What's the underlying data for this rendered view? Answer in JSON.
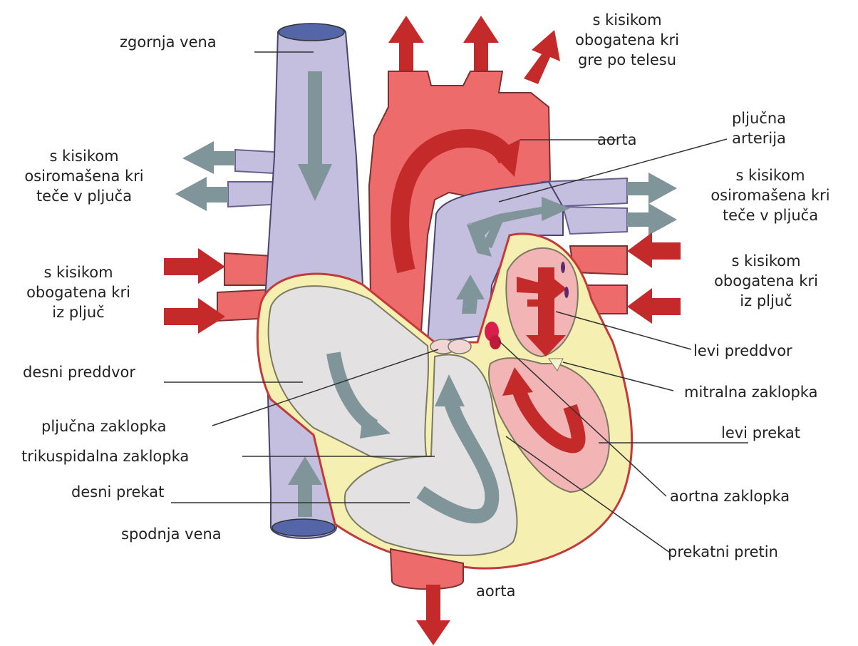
{
  "labels": {
    "superior_vena": "zgornja vena",
    "oxy_body": [
      "s kisikom",
      "obogatena kri",
      "gre po telesu"
    ],
    "aorta_top": "aorta",
    "pulmonary_artery": [
      "pljučna",
      "arterija"
    ],
    "deoxy_lungs_left": [
      "s kisikom",
      "osiromašena kri",
      "teče v pljuča"
    ],
    "deoxy_lungs_right": [
      "s kisikom",
      "osiromašena kri",
      "teče v pljuča"
    ],
    "oxy_from_lungs_left": [
      "s kisikom",
      "obogatena kri",
      "iz pljuč"
    ],
    "oxy_from_lungs_right": [
      "s kisikom",
      "obogatena kri",
      "iz pljuč"
    ],
    "left_atrium": "levi preddvor",
    "right_atrium": "desni preddvor",
    "mitral_valve": "mitralna zaklopka",
    "pulmonary_valve": "pljučna zaklopka",
    "left_ventricle": "levi prekat",
    "tricuspid_valve": "trikuspidalna zaklopka",
    "right_ventricle": "desni prekat",
    "aortic_valve": "aortna zaklopka",
    "inferior_vena": "spodnja vena",
    "septum": "prekatni pretin",
    "aorta_bottom": "aorta"
  },
  "colors": {
    "oxygenated": "#ee6b6b",
    "oxygenated_arrow": "#c42a2a",
    "deoxygenated": "#c4bedf",
    "deoxy_arrow": "#7f9599",
    "heart_wall": "#f6efb2",
    "chamber": "#e4e1e3",
    "left_chamber": "#f2b4b4",
    "vein_cap": "#5466a8"
  }
}
